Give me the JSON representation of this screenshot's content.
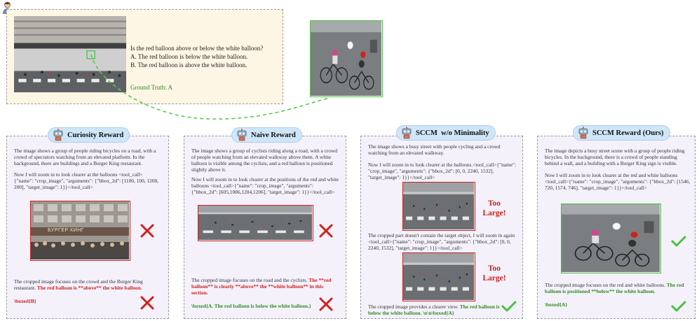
{
  "question": {
    "line": "Is the red balloon above or below the white balloon?",
    "option_a": "A. The red balloon is below the white balloon.",
    "option_b": "B. The red balloon is above the white balloon.",
    "ground_truth": "Ground Truth: A"
  },
  "panels": [
    {
      "title": "Curiosity Reward",
      "desc": "The image shows a group of people riding bicycles on a road, with a crowd of spectators watching from an elevated platform. In the background, there are buildings and a Burger King restaurant.",
      "call": "Now I will zoom in to look clearer at the balloons <tool_call>{\"name\": \"crop_image\", \"arguments\": {\"bbox_2d\": [1100, 100, 1200, 200], \"target_image\": 1}}</tool_call>",
      "result_plain": "The cropped image focuses on the crowd and the Burger King restaurant.",
      "result_bold": "The red balloon is **above** the white balloon.",
      "answer": "\\boxed{B}",
      "sign_text": "БУРГЕР КИНГ"
    },
    {
      "title": "Naive Reward",
      "desc": "The image shows a group of cyclists riding along a road, with a crowd of people watching from an elevated walkway above them. A white balloon is visible among the cyclists, and a red balloon is positioned slightly above it.",
      "call": "Now I will zoom in to look clearer at the positions of the red and white balloons <tool_call>{\"name\": \"crop_image\", \"arguments\": {\"bbox_2d\": [605,1006,1204,1206], \"target_image\": 1}}</tool_call>",
      "result_plain": "The cropped image focuses on the road and the cyclists.",
      "result_bold": "The **red balloon** is clearly **above** the **white balloon** in this section.",
      "answer": "\\boxed{A. The red balloon is below the white balloon.}"
    },
    {
      "title": "SCCM  w/o Minimality",
      "desc": "The image shows a busy street with people cycling and a crowd watching from an elevated walkway.",
      "call": "Now I will zoom in to look clearer at the balloons.<tool_call>{\"name\": \"crop_image\", \"arguments\": {\"bbox_2d\": [0, 0, 2240, 1532], \"target_image\": 1}}</tool_call>",
      "mid": "The cropped part doesn't contain the target object, I will zoom in again <tool_call>{\"name\": \"crop_image\", \"arguments\": {\"bbox_2d\": [0, 0, 2240, 1532], \"target_image\": 1}}</tool_call>",
      "result_plain": "The cropped image provides a clearer view.",
      "result_bold": "The red balloon is below the white balloon. \\n\\n\\boxed{A}",
      "too_large": "Too Large!"
    },
    {
      "title": "SCCM Reward (Ours)",
      "desc": "The image depicts a busy street scene with a group of people riding bicycles. In the background, there is a crowd of people standing behind a wall, and a building with a Burger King sign is visible.",
      "call": "Now I will zoom in to look clearer at the red and white balloons <tool_call>{\"name\": \"crop_image\", \"arguments\": {\"bbox_2d\": [1546, 720, 1574, 746], \"target_image\": 1}}</tool_call>",
      "result_plain": "The cropped image focuses on the red and white balloons.",
      "result_bold": "The red balloon is positioned **below** the white balloon.",
      "answer": "\\boxed{A}"
    }
  ],
  "colors": {
    "red": "#d0201c",
    "green": "#2f8a1e",
    "badge": "#cfe6f9",
    "question_bg": "#fdf6e4"
  },
  "icons": [
    "user-icon",
    "robot-icon",
    "cross-icon",
    "check-icon"
  ]
}
